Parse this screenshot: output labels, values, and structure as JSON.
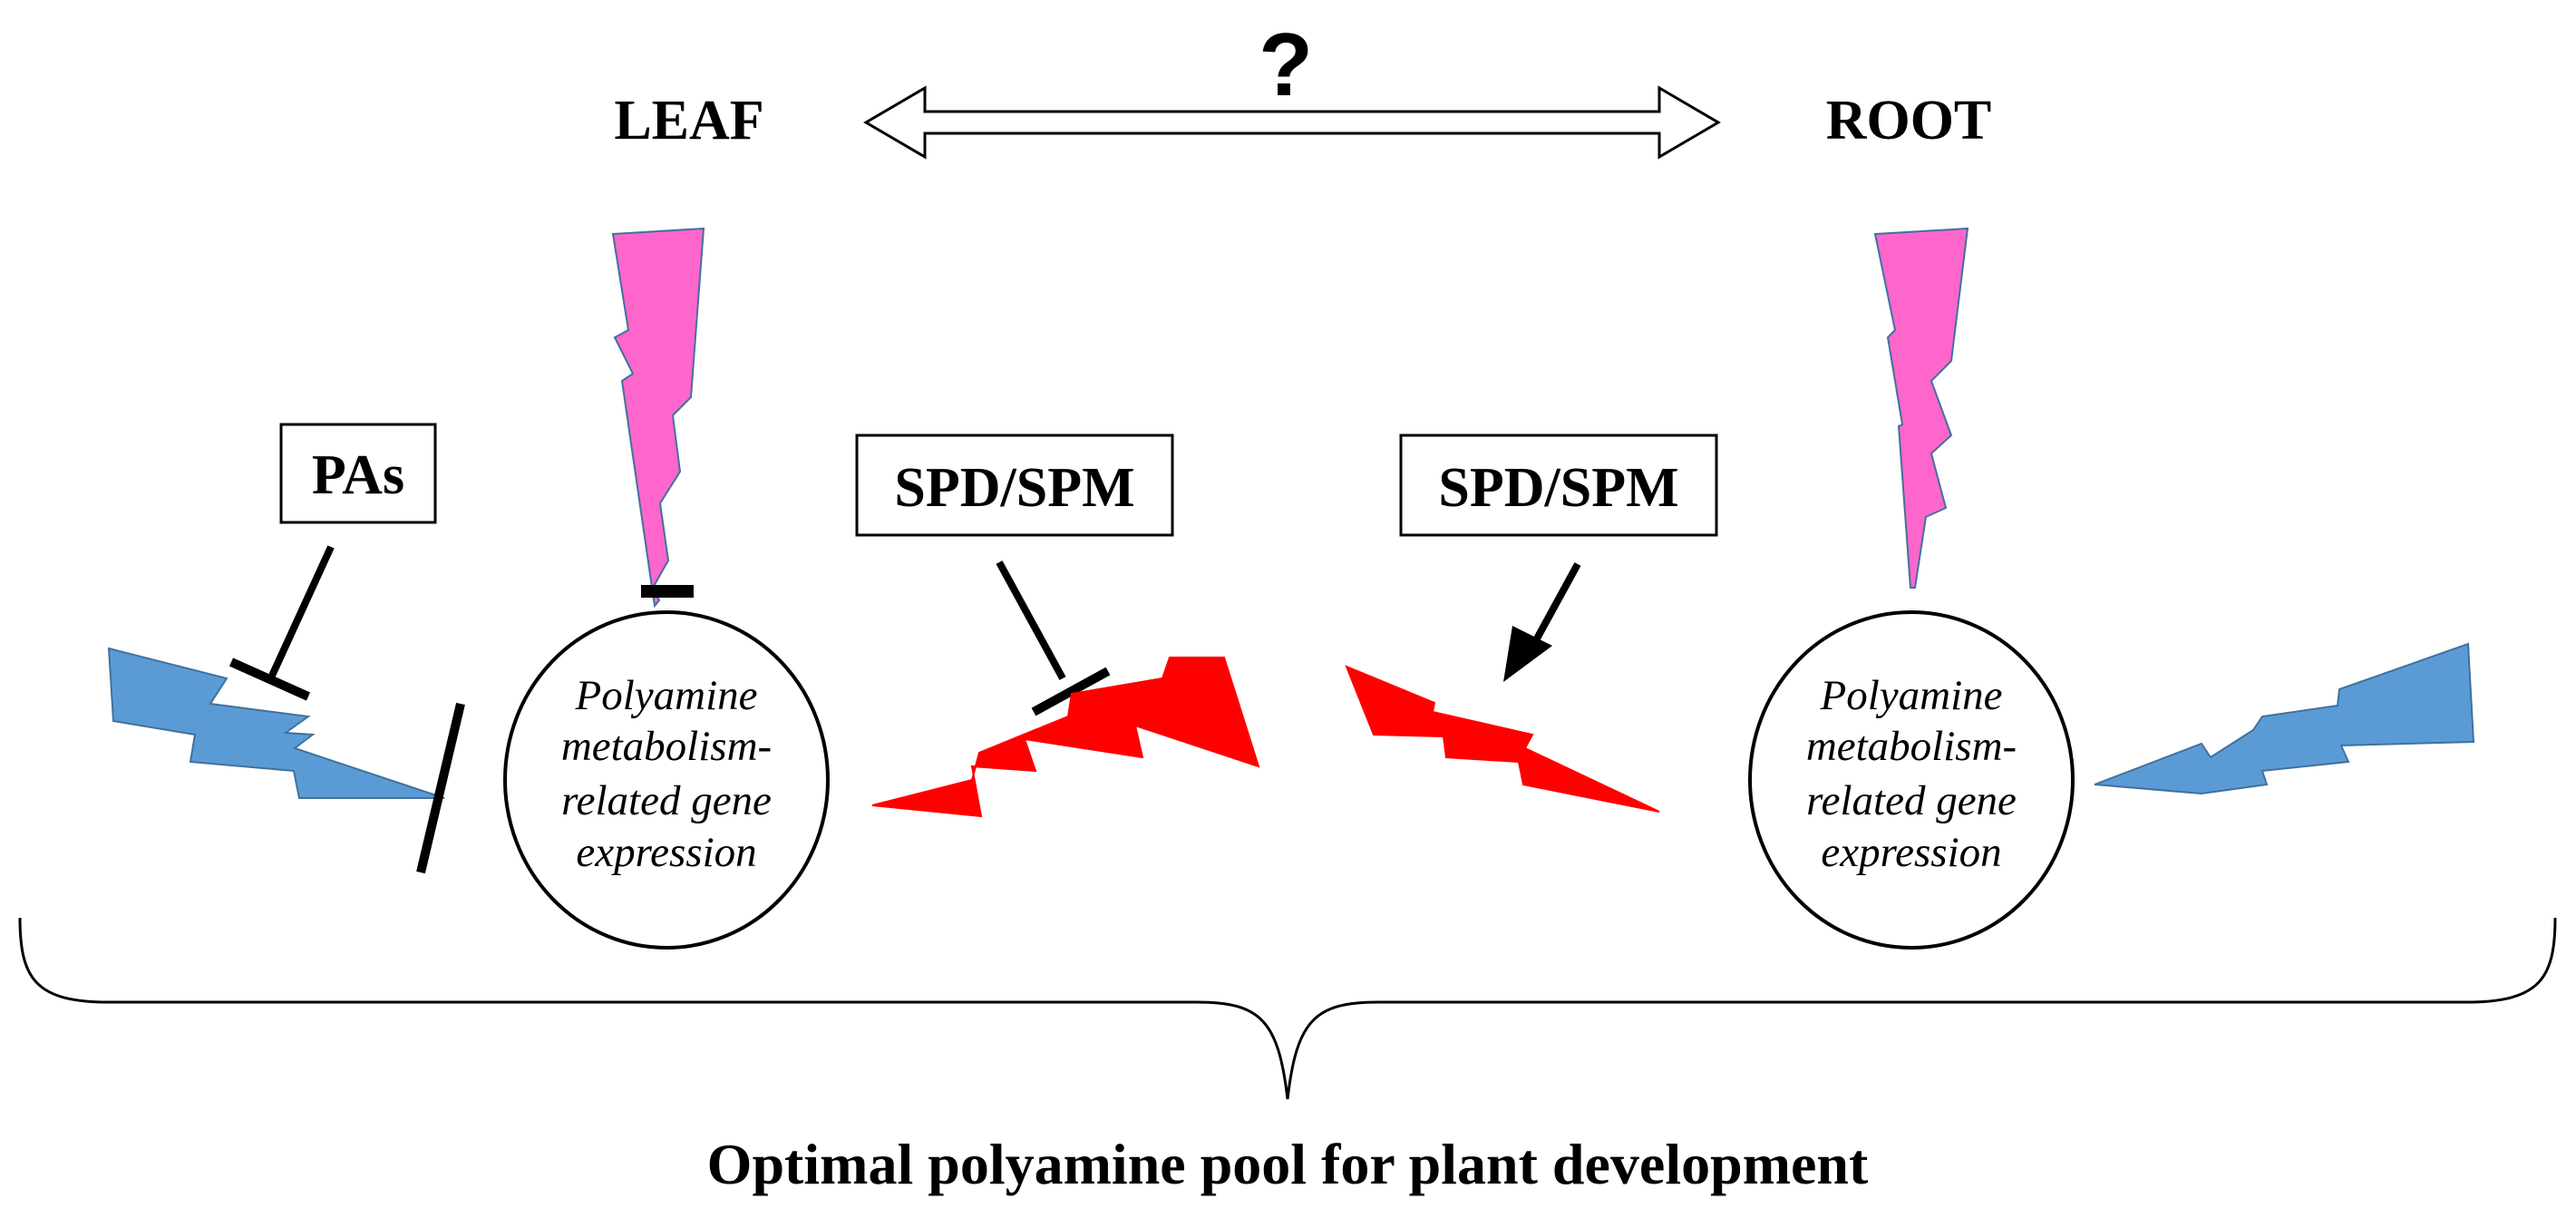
{
  "labels": {
    "leaf": "LEAF",
    "root": "ROOT",
    "question": "?",
    "pas": "PAs",
    "spd_spm_left": "SPD/SPM",
    "spd_spm_right": "SPD/SPM",
    "footer": "Optimal polyamine pool for plant development"
  },
  "circles": {
    "left": {
      "lines": [
        "Polyamine",
        "metabolism-",
        "related gene",
        "expression"
      ]
    },
    "right": {
      "lines": [
        "Polyamine",
        "metabolism-",
        "related gene",
        "expression"
      ]
    }
  },
  "colors": {
    "pink": "#ff66cc",
    "blue": "#5b9bd5",
    "red": "#ff0000",
    "line": "#000000",
    "outline": "#41719c"
  }
}
